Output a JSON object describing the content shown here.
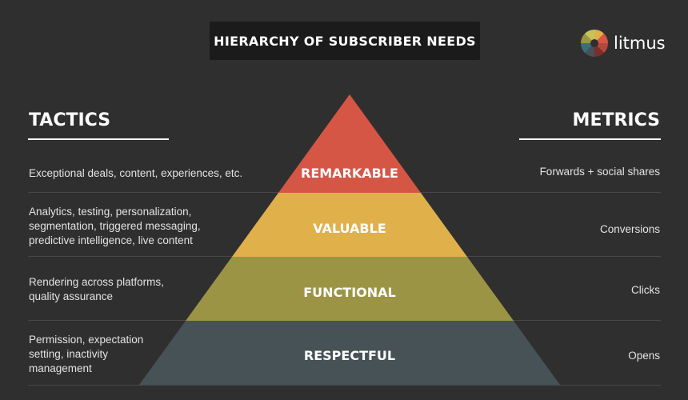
{
  "title": "HIERARCHY OF SUBSCRIBER NEEDS",
  "logo": {
    "text": "litmus",
    "icon": "litmus-wheel-icon"
  },
  "columns": {
    "left_heading": "TACTICS",
    "right_heading": "METRICS"
  },
  "tiers": [
    {
      "label": "REMARKABLE",
      "color": "#d65646",
      "tactics": [
        "Exceptional deals, content, experiences, etc."
      ],
      "metric": "Forwards + social shares"
    },
    {
      "label": "VALUABLE",
      "color": "#e0b04b",
      "tactics": [
        "Analytics, testing, personalization,",
        "segmentation, triggered messaging,",
        "predictive intelligence, live content"
      ],
      "metric": "Conversions"
    },
    {
      "label": "FUNCTIONAL",
      "color": "#9c9445",
      "tactics": [
        "Rendering across platforms,",
        "quality assurance"
      ],
      "metric": "Clicks"
    },
    {
      "label": "RESPECTFUL",
      "color": "#465256",
      "tactics": [
        "Permission, expectation",
        "setting, inactivity",
        "management"
      ],
      "metric": "Opens"
    }
  ]
}
